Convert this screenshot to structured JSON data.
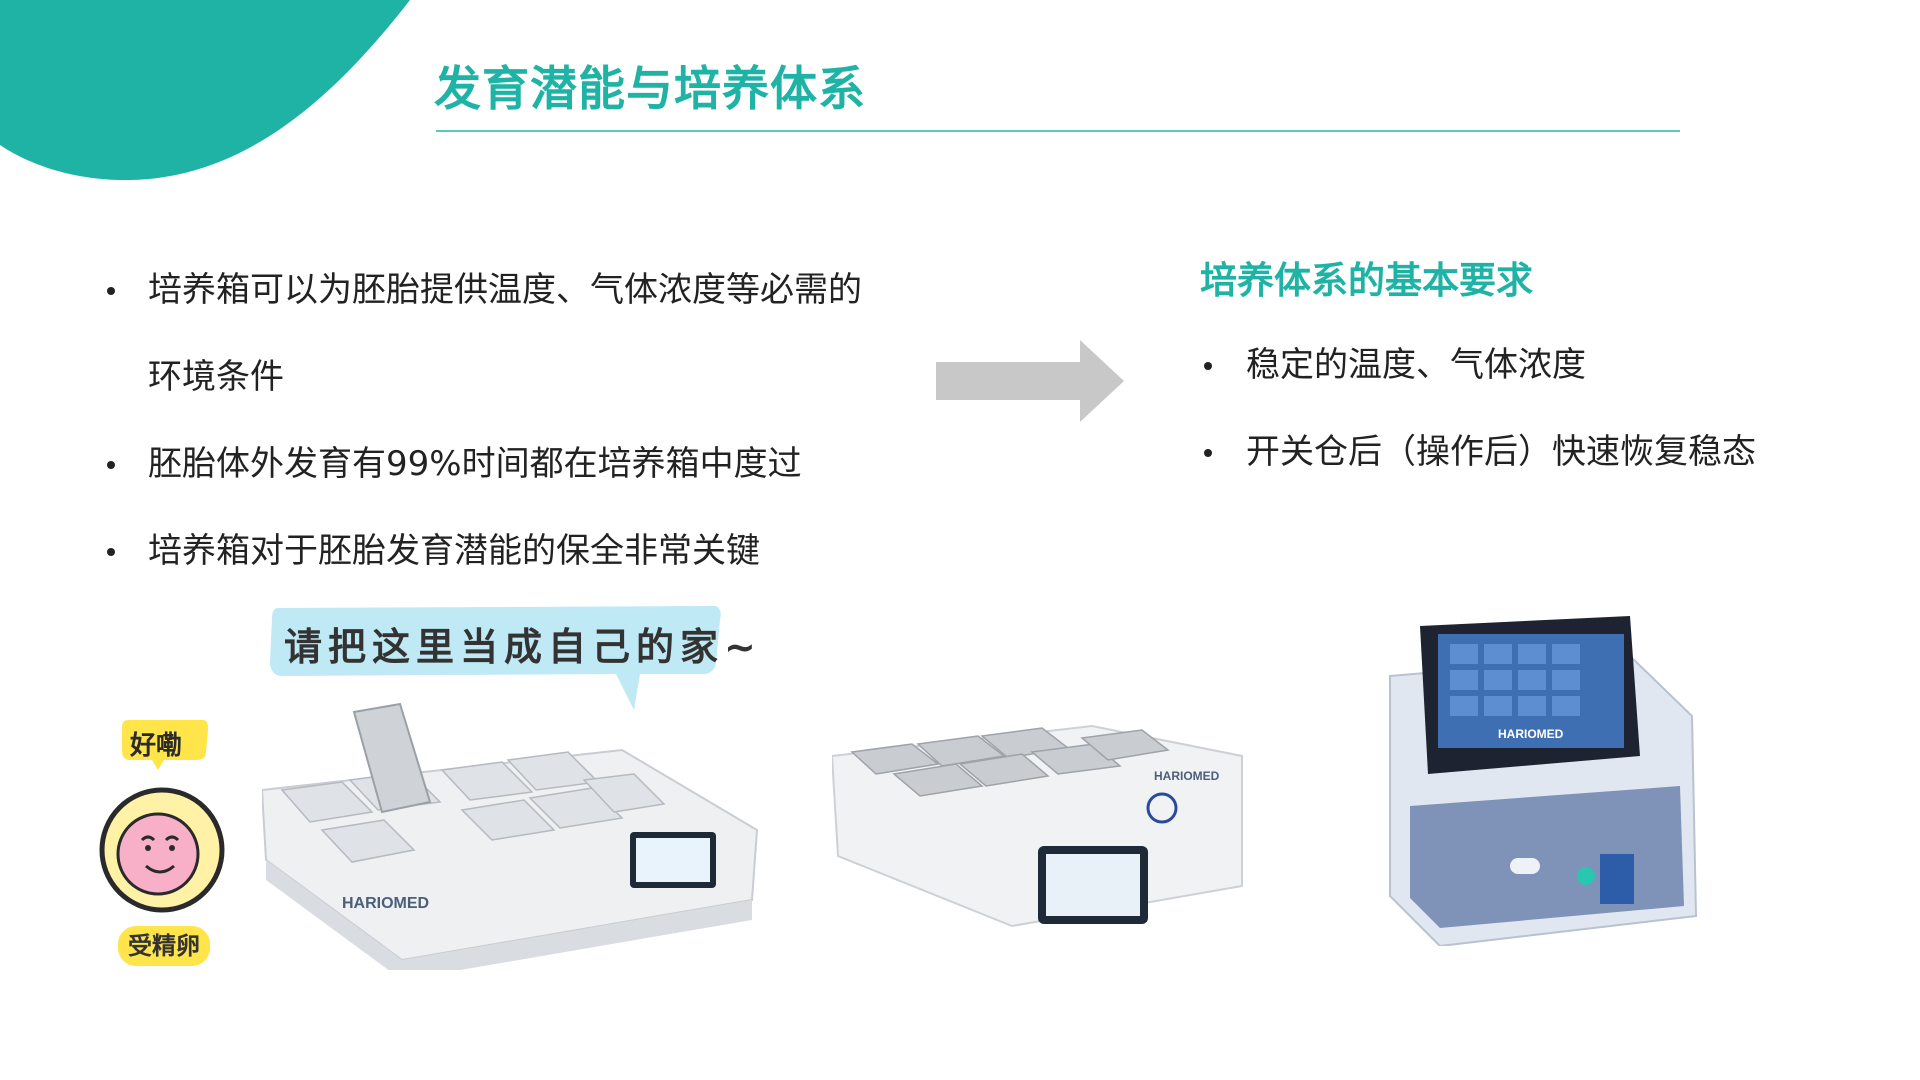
{
  "title": "发育潜能与培养体系",
  "left_bullets": [
    "培养箱可以为胚胎提供温度、气体浓度等必需的",
    "环境条件",
    "胚胎体外发育有99%时间都在培养箱中度过",
    "培养箱对于胚胎发育潜能的保全非常关键"
  ],
  "right_heading": "培养体系的基本要求",
  "right_bullets": [
    "稳定的温度、气体浓度",
    "开关仓后（操作后）快速恢复稳态"
  ],
  "cartoon": {
    "speech": "请把这里当成自己的家~",
    "reply": "好嘞",
    "egg_label": "受精卵"
  },
  "brand": "HARIOMED",
  "colors": {
    "accent": "#1fb3a5",
    "rule": "#58c9c0",
    "arrow": "#c8c8c8"
  }
}
